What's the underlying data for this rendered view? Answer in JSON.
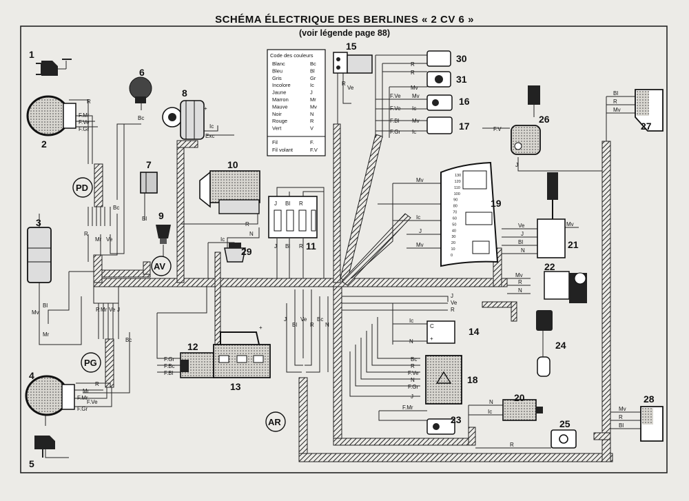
{
  "header": {
    "title": "SCHÉMA ÉLECTRIQUE DES BERLINES « 2 CV 6 »",
    "subtitle": "(voir légende page 88)"
  },
  "legend": {
    "heading": "Code des couleurs",
    "rows": [
      {
        "name": "Blanc",
        "code": "Bc"
      },
      {
        "name": "Bleu",
        "code": "Bl"
      },
      {
        "name": "Gris",
        "code": "Gr"
      },
      {
        "name": "Incolore",
        "code": "Ic"
      },
      {
        "name": "Jaune",
        "code": "J"
      },
      {
        "name": "Marron",
        "code": "Mr"
      },
      {
        "name": "Mauve",
        "code": "Mv"
      },
      {
        "name": "Noir",
        "code": "N"
      },
      {
        "name": "Rouge",
        "code": "R"
      },
      {
        "name": "Vert",
        "code": "V"
      }
    ],
    "wires": [
      {
        "name": "Fil",
        "code": "F."
      },
      {
        "name": "Fil volant",
        "code": "F.V"
      }
    ]
  },
  "component_numbers": [
    "1",
    "2",
    "3",
    "4",
    "5",
    "6",
    "7",
    "8",
    "9",
    "10",
    "11",
    "12",
    "13",
    "14",
    "15",
    "16",
    "17",
    "18",
    "19",
    "20",
    "21",
    "22",
    "23",
    "24",
    "25",
    "26",
    "27",
    "28",
    "29",
    "30",
    "31"
  ],
  "junctions": {
    "pd": "PD",
    "pg": "PG",
    "av": "AV",
    "ar": "AR"
  },
  "wire_labels": {
    "c2_r": "R",
    "c2_fmr": "F.Mr",
    "c2_fve": "F.Ve",
    "c2_fgr": "F.Gr",
    "c6_bc": "Bc",
    "c8_ic": "Ic",
    "c8_exc": "Exc",
    "c8_plus": "+",
    "pd_bc": "Bc",
    "pd_r": "R",
    "pd_mr": "Mr",
    "pd_ve": "Ve",
    "c7_bl": "Bl",
    "c3_bl": "Bl",
    "c3_mv": "Mv",
    "c3_mr": "Mr",
    "pg_r": "R",
    "pg_mr": "Mr",
    "pg_ve": "Ve",
    "pg_j": "J",
    "pg_bc": "Bc",
    "c4_r": "R",
    "c4_mr": "Mr",
    "c4_fmr": "F.Mr",
    "c4_fve": "F.Ve",
    "c4_fgr": "F.Gr",
    "c10_r": "R",
    "c10_n": "N",
    "c11_j_top": "J",
    "c11_bl_top": "Bl",
    "c11_r_top": "R",
    "c11_j_bot": "J",
    "c11_bl_bot": "Bl",
    "c11_r_bot": "R",
    "c29_ic": "Ic",
    "c12_fgr": "F.Gr",
    "c12_fbc": "F.Bc",
    "c12_fbl": "F.Bl",
    "c13_plus": "+",
    "ar_j": "J",
    "ar_bl": "Bl",
    "ar_ve": "Ve",
    "ar_r": "R",
    "ar_bc": "Bc",
    "ar_n": "N",
    "c15_r": "R",
    "c15_ve": "Ve",
    "c30_r": "R",
    "c31_r": "R",
    "c31_mv": "Mv",
    "c16_fve": "F.Ve",
    "c16_mv": "Mv",
    "c16_fve2": "F.Ve",
    "c16_ic": "Ic",
    "c17_fbl": "F.Bl",
    "c17_mv": "Mv",
    "c17_fgr": "F.Gr",
    "c17_ic": "Ic",
    "c26_fv": "F.V",
    "c26_j": "J",
    "c27_bl": "Bl",
    "c27_r": "R",
    "c27_mv": "Mv",
    "c19_mv": "Mv",
    "c19_ic": "Ic",
    "c19_j": "J",
    "c19_mv2": "Mv",
    "c21_ve": "Ve",
    "c21_j": "J",
    "c21_bl": "Bl",
    "c21_n": "N",
    "c21_mv": "Mv",
    "c22_mv": "Mv",
    "c22_r": "R",
    "c22_n": "N",
    "c24_j": "J",
    "c24_ve": "Ve",
    "c24_r": "R",
    "c14_ic": "Ic",
    "c14_n": "N",
    "c14_c": "C",
    "c14_plus": "+",
    "c18_bc": "Bc",
    "c18_r": "R",
    "c18_fve": "F.Ve",
    "c18_n": "N",
    "c18_fgr": "F.Gr",
    "c18_j": "J",
    "c23_fmr": "F.Mr",
    "c20_n": "N",
    "c20_ic": "Ic",
    "c25_r": "R",
    "c28_mv": "Mv",
    "c28_r": "R",
    "c28_bl": "Bl"
  },
  "speedometer_scale": [
    "0",
    "10",
    "20",
    "30",
    "40",
    "50",
    "60",
    "70",
    "80",
    "90",
    "100",
    "110",
    "120",
    "130"
  ]
}
